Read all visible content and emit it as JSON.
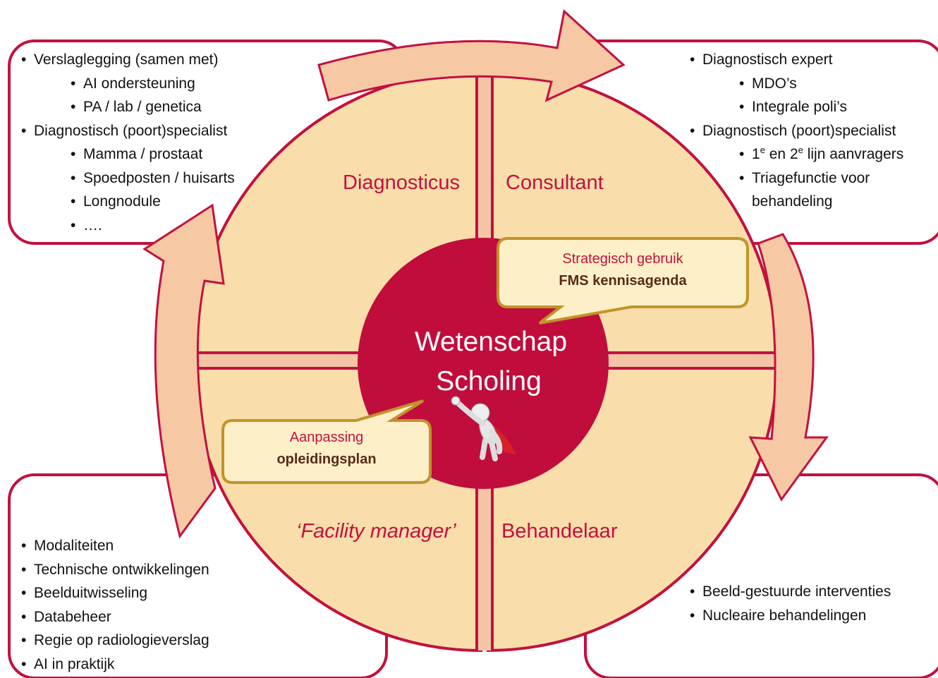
{
  "colors": {
    "ring_red": "#c2113f",
    "quadrant_fill": "#f9ddaa",
    "center_fill": "#c00d3c",
    "arrow_fill": "#f6c8a4",
    "callout_fill": "#fdf0c8",
    "callout_border": "#c0942a"
  },
  "quadrants": {
    "top_left": "Diagnosticus",
    "top_right": "Consultant",
    "bottom_left": "‘Facility manager’",
    "bottom_right": "Behandelaar"
  },
  "center": {
    "line1": "Wetenschap",
    "line2": "Scholing",
    "figure_icon": "superhero-figure-icon"
  },
  "callouts": {
    "strategic": {
      "line1": "Strategisch gebruik",
      "line2": "FMS kennisagenda"
    },
    "training": {
      "line1": "Aanpassing",
      "line2": "opleidingsplan"
    }
  },
  "boxes": {
    "top_left": {
      "item1": "Verslaglegging (samen met)",
      "item1_sub1": "AI ondersteuning",
      "item1_sub2": "PA / lab / genetica",
      "item2": "Diagnostisch (poort)specialist",
      "item2_sub1": "Mamma / prostaat",
      "item2_sub2": "Spoedposten / huisarts",
      "item2_sub3": "Longnodule",
      "item2_sub4": "…."
    },
    "top_right": {
      "item1": "Diagnostisch expert",
      "item1_sub1": "MDO’s",
      "item1_sub2": "Integrale poli’s",
      "item2": "Diagnostisch (poort)specialist",
      "item2_sub1_a": "1",
      "item2_sub1_sup1": "e",
      "item2_sub1_b": " en  2",
      "item2_sub1_sup2": "e",
      "item2_sub1_c": " lijn aanvragers",
      "item2_sub2_line1": "Triagefunctie voor",
      "item2_sub2_line2": "behandeling"
    },
    "bottom_left": {
      "items": [
        "Modaliteiten",
        "Technische ontwikkelingen",
        "Beelduitwisseling",
        "Databeheer",
        "Regie op radiologieverslag",
        "AI in praktijk"
      ]
    },
    "bottom_right": {
      "items": [
        "Beeld-gestuurde interventies",
        "Nucleaire behandelingen"
      ]
    },
    "bullet": "•"
  }
}
